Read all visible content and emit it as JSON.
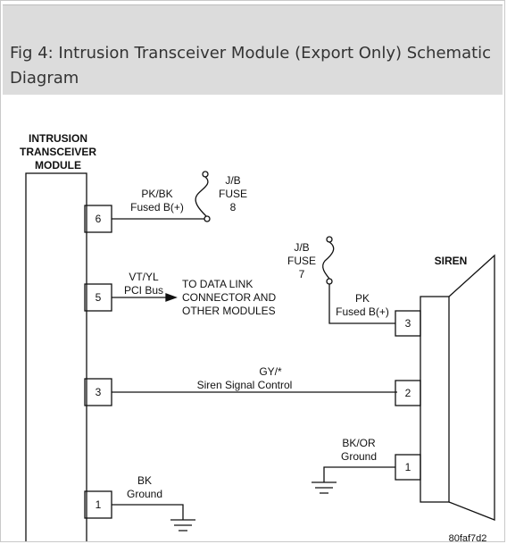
{
  "title": "Fig 4: Intrusion Transceiver Module (Export Only) Schematic Diagram",
  "module": {
    "label_lines": [
      "INTRUSION",
      "TRANSCEIVER",
      "MODULE"
    ]
  },
  "siren": {
    "label": "SIREN"
  },
  "module_pins": {
    "p6": "6",
    "p5": "5",
    "p3": "3",
    "p1": "1"
  },
  "siren_pins": {
    "p3": "3",
    "p2": "2",
    "p1": "1"
  },
  "wires": {
    "fused_left": {
      "color": "PK/BK",
      "desc": "Fused B(+)"
    },
    "pci": {
      "color": "VT/YL",
      "desc": "PCI Bus"
    },
    "data_link": [
      "TO DATA LINK",
      "CONNECTOR AND",
      "OTHER MODULES"
    ],
    "siren_signal": {
      "color": "GY/*",
      "desc": "Siren Signal Control"
    },
    "module_ground": {
      "color": "BK",
      "desc": "Ground"
    },
    "fused_right": {
      "color": "PK",
      "desc": "Fused B(+)"
    },
    "siren_ground": {
      "color": "BK/OR",
      "desc": "Ground"
    }
  },
  "fuses": {
    "fuse8": [
      "J/B",
      "FUSE",
      "8"
    ],
    "fuse7": [
      "J/B",
      "FUSE",
      "7"
    ]
  },
  "ref_code": "80faf7d2"
}
